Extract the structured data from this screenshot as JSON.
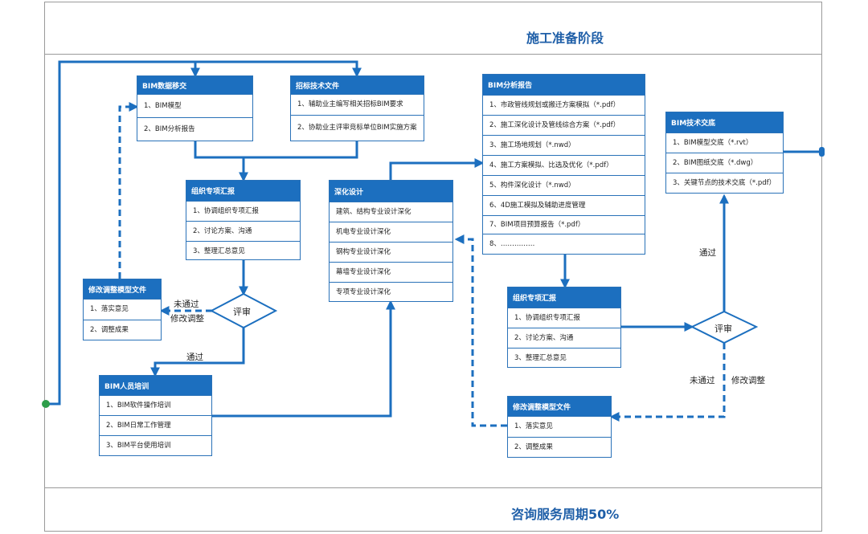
{
  "header": {
    "title": "施工准备阶段"
  },
  "footer": {
    "title": "咨询服务周期50%"
  },
  "boxes": {
    "bim_transfer": {
      "title": "BIM数据移交",
      "rows": [
        "1、BIM模型",
        "2、BIM分析报告"
      ]
    },
    "bid_docs": {
      "title": "招标技术文件",
      "rows": [
        "1、辅助业主编写相关招标BIM要求",
        "2、协助业主评审竞标单位BIM实施方案"
      ]
    },
    "report1": {
      "title": "组织专项汇报",
      "rows": [
        "1、协调组织专项汇报",
        "2、讨论方案、沟通",
        "3、整理汇总意见"
      ]
    },
    "revise1": {
      "title": "修改调整模型文件",
      "rows": [
        "1、落实意见",
        "2、调整成果"
      ]
    },
    "training": {
      "title": "BIM人员培训",
      "rows": [
        "1、BIM软件操作培训",
        "2、BIM日常工作管理",
        "3、BIM平台使用培训"
      ]
    },
    "deepen": {
      "title": "深化设计",
      "rows": [
        "建筑、结构专业设计深化",
        "机电专业设计深化",
        "钢构专业设计深化",
        "幕墙专业设计深化",
        "专项专业设计深化"
      ]
    },
    "analysis": {
      "title": "BIM分析报告",
      "rows": [
        "1、市政管线规划或搬迁方案模拟（*.pdf）",
        "2、施工深化设计及管线综合方案（*.pdf）",
        "3、施工场地规划（*.nwd）",
        "4、施工方案模拟、比选及优化（*.pdf）",
        "5、构件深化设计（*.nwd）",
        "6、4D施工模拟及辅助进度管理",
        "7、BIM项目预算报告（*.pdf）",
        "8、……………"
      ]
    },
    "report2": {
      "title": "组织专项汇报",
      "rows": [
        "1、协调组织专项汇报",
        "2、讨论方案、沟通",
        "3、整理汇总意见"
      ]
    },
    "revise2": {
      "title": "修改调整模型文件",
      "rows": [
        "1、落实意见",
        "2、调整成果"
      ]
    },
    "handover": {
      "title": "BIM技术交底",
      "rows": [
        "1、BIM模型交底（*.rvt）",
        "2、BIM图纸交底（*.dwg）",
        "3、关键节点的技术交底（*.pdf）"
      ]
    }
  },
  "decisions": {
    "review1": "评审",
    "review2": "评审"
  },
  "labels": {
    "fail1": "未通过",
    "adjust1": "修改调整",
    "pass1": "通过",
    "pass2": "通过",
    "fail2": "未通过",
    "adjust2": "修改调整"
  },
  "colors": {
    "accent": "#1c6fbf",
    "line": "#1c6fbf",
    "phase_text": "#1f5fa8",
    "endpoint": "#2e9e4a"
  }
}
